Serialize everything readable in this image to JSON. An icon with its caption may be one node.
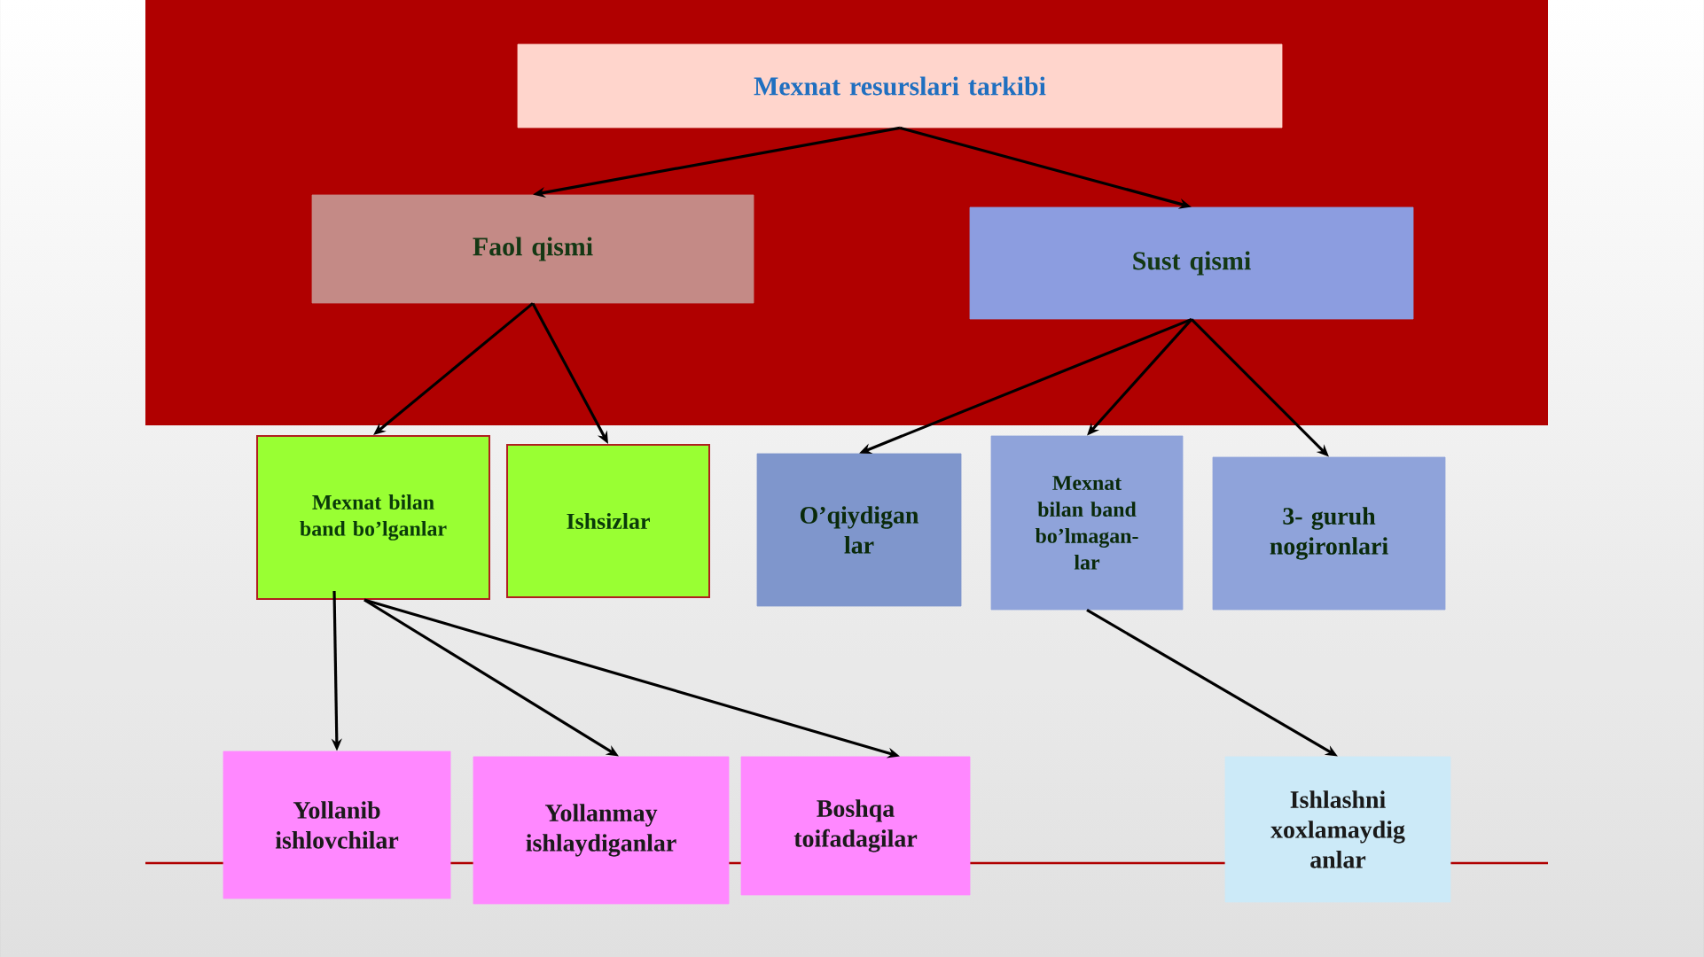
{
  "diagram": {
    "nodes": [
      {
        "text": [
          "Mexnat resurslari tarkibi"
        ]
      },
      {
        "text": [
          "Faol qismi"
        ]
      },
      {
        "text": [
          "Sust qismi"
        ]
      },
      {
        "text": [
          "Mexnat bilan band bo’lganlar"
        ]
      },
      {
        "text": [
          "Ishsizlar"
        ]
      },
      {
        "text": [
          "O’qiydigan lar"
        ]
      },
      {
        "text": [
          "Mexnat bilan band bo’lmagan- lar"
        ]
      },
      {
        "text": [
          "3- guruh nogironlari"
        ]
      },
      {
        "text": [
          "Yollanib ishlovchilar"
        ]
      },
      {
        "text": [
          "Yollanmay ishlaydiganlar"
        ]
      },
      {
        "text": [
          "Boshqa toifadagilar"
        ]
      },
      {
        "text": [
          "Ishlashni xoxlamaydig anlar"
        ]
      }
    ],
    "edges": [
      {
        "from": 0,
        "to": 1,
        "arrow": "to"
      },
      {
        "from": 0,
        "to": 2,
        "arrow": "to"
      },
      {
        "from": 1,
        "to": 3,
        "arrow": "to"
      },
      {
        "from": 1,
        "to": 4,
        "arrow": "to"
      },
      {
        "from": 2,
        "to": 5,
        "arrow": "to"
      },
      {
        "from": 2,
        "to": 6,
        "arrow": "to"
      },
      {
        "from": 2,
        "to": 7,
        "arrow": "to"
      },
      {
        "from": 3,
        "to": 8,
        "arrow": "to"
      },
      {
        "from": 3,
        "to": 9,
        "arrow": "to"
      },
      {
        "from": 3,
        "to": 10,
        "arrow": "to"
      },
      {
        "from": 6,
        "to": 11,
        "arrow": "to"
      }
    ]
  }
}
